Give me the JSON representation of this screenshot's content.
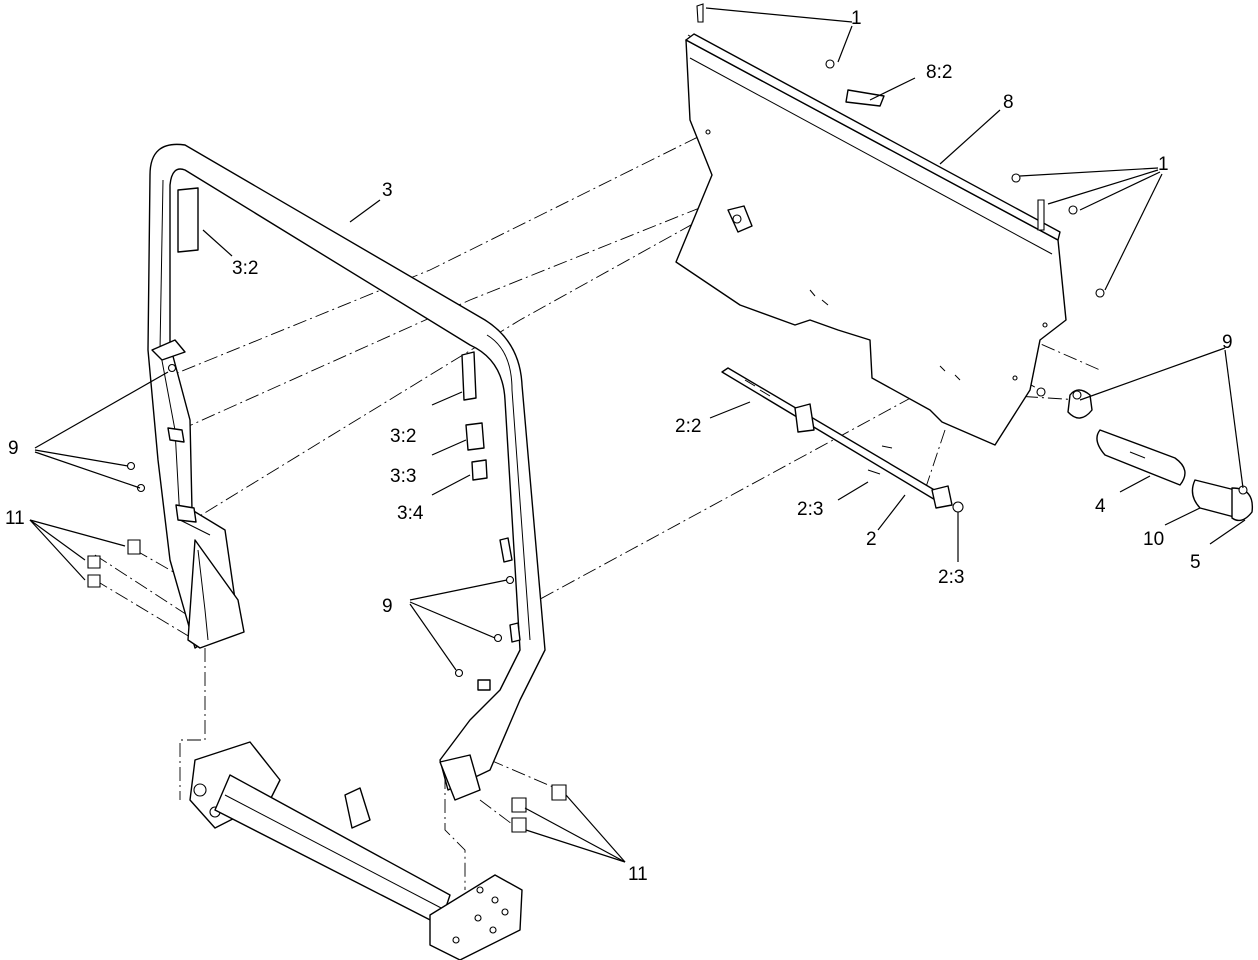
{
  "callouts": {
    "c1a": "1",
    "c1b": "1",
    "c8_2": "8:2",
    "c8": "8",
    "c3": "3",
    "c3_2a": "3:2",
    "c3_2b": "3:2",
    "c3_3": "3:3",
    "c3_4": "3:4",
    "c9a": "9",
    "c9b": "9",
    "c9c": "9",
    "c11a": "11",
    "c11b": "11",
    "c2_2": "2:2",
    "c2_3a": "2:3",
    "c2_3b": "2:3",
    "c2": "2",
    "c4": "4",
    "c10": "10",
    "c5": "5"
  }
}
